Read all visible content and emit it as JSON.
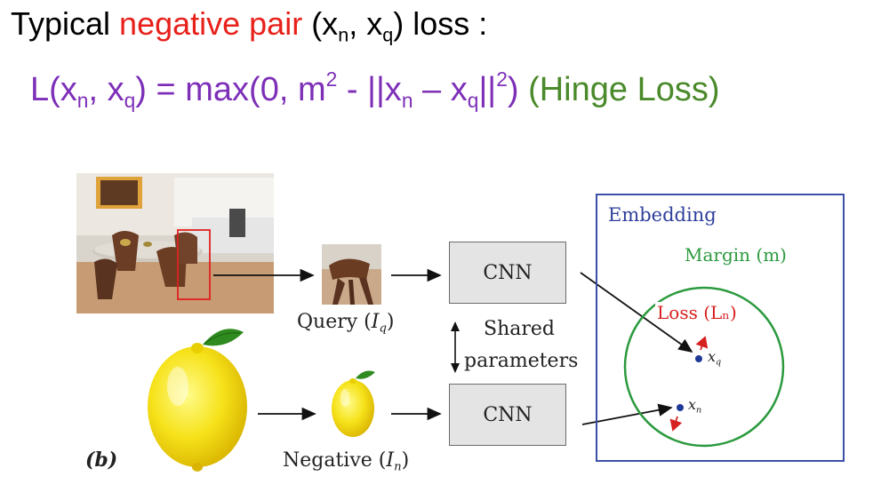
{
  "header": {
    "prefix": "Typical ",
    "highlight": "negative pair",
    "pair_open": " (x",
    "pair_sub_n": "n",
    "pair_mid": ", x",
    "pair_sub_q": "q",
    "suffix": ") loss :"
  },
  "formula": {
    "l_open": "L(x",
    "sub_n": "n",
    "comma_x": ", x",
    "sub_q": "q",
    "eq_max": ") = max(0, m",
    "sup_2a": "2",
    "minus_norm": " - ||x",
    "sub_n2": "n",
    "dash_x": " – x",
    "sub_q2": "q",
    "norm_close": "||",
    "sup_2b": "2",
    "close": ")",
    "hinge": " (Hinge Loss)"
  },
  "diagram": {
    "cnn_top": "CNN",
    "cnn_bottom": "CNN",
    "query_label_text": "Query (",
    "query_label_var": "I",
    "query_label_sub": "q",
    "query_label_close": ")",
    "shared_line1": "Shared",
    "shared_line2": "parameters",
    "negative_label_text": "Negative (",
    "negative_label_var": "I",
    "negative_label_sub": "n",
    "negative_label_close": ")",
    "b_label": "(b)",
    "embedding_title": "Embedding",
    "margin_label": "Margin (m)",
    "loss_label": "Loss (Lₙ)",
    "xq_label": "x",
    "xq_sub": "q",
    "xn_label": "x",
    "xn_sub": "n"
  },
  "colors": {
    "title_red": "#e8201a",
    "formula_purple": "#7d2fb8",
    "hinge_green": "#4a8a2a",
    "embedding_blue": "#3b4fa6",
    "margin_green": "#2b9a3e",
    "loss_red": "#d62020"
  }
}
